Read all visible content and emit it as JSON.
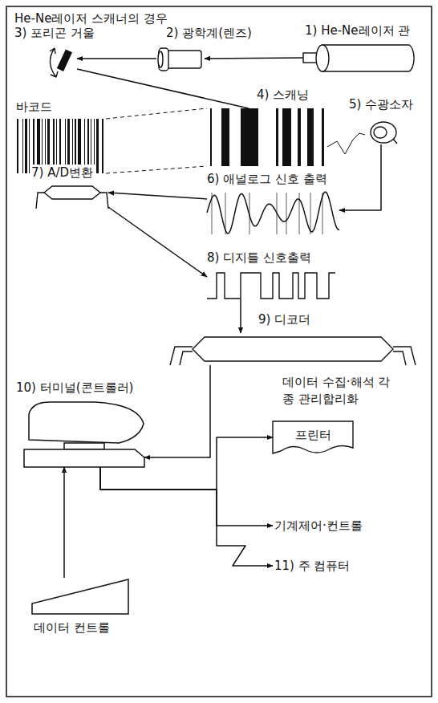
{
  "diagram": {
    "title": "He-Ne레이저 스캐너의 경우",
    "nodes": [
      {
        "text": [
          "1) He-Ne레이저 관"
        ]
      },
      {
        "text": [
          "2) 광학계(렌즈)"
        ]
      },
      {
        "text": [
          "3) 포리곤 거울"
        ]
      },
      {
        "text": [
          "바코드"
        ]
      },
      {
        "text": [
          "4) 스캐닝"
        ]
      },
      {
        "text": [
          "5) 수광소자"
        ]
      },
      {
        "text": [
          "6) 애널로그 신호 출력"
        ]
      },
      {
        "text": [
          "7) A/D변환"
        ]
      },
      {
        "text": [
          "8) 디지틀 신호출력"
        ]
      },
      {
        "text": [
          "9) 디코더"
        ]
      },
      {
        "text": [
          "10) 터미널(콘트롤러)"
        ]
      },
      {
        "text": [
          "프린터"
        ]
      },
      {
        "text": [
          "기계제어·컨트롤"
        ]
      },
      {
        "text": [
          "11) 주 컴퓨터"
        ]
      },
      {
        "text": [
          "데이터 컨트롤"
        ]
      }
    ],
    "edges": [
      {
        "from": 0,
        "to": 1,
        "arrow": "to"
      },
      {
        "from": 1,
        "to": 2,
        "arrow": "to"
      },
      {
        "from": 2,
        "to": 4,
        "arrow": "none"
      },
      {
        "from": 3,
        "to": 4,
        "arrow": "none"
      },
      {
        "from": 4,
        "to": 5,
        "arrow": "none"
      },
      {
        "from": 5,
        "to": 6,
        "arrow": "to"
      },
      {
        "from": 6,
        "to": 7,
        "arrow": "to"
      },
      {
        "from": 7,
        "to": 8,
        "arrow": "to"
      },
      {
        "from": 8,
        "to": 9,
        "arrow": "to"
      },
      {
        "from": 9,
        "to": 10,
        "arrow": "to"
      },
      {
        "from": 10,
        "to": 11,
        "arrow": "to"
      },
      {
        "from": 10,
        "to": 12,
        "arrow": "to"
      },
      {
        "from": 10,
        "to": 13,
        "arrow": "to"
      },
      {
        "from": 14,
        "to": 10,
        "arrow": "to"
      }
    ],
    "labels": [
      "데이터 수집·해석 각종 관리합리화"
    ]
  }
}
